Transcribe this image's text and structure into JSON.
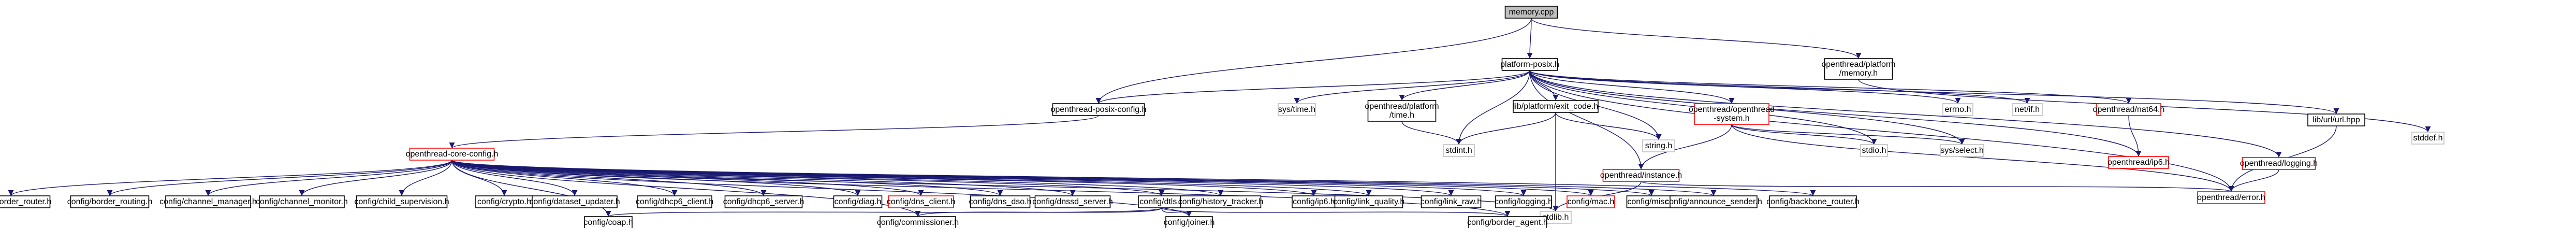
{
  "colors": {
    "edge": "#191970",
    "root_fill": "#bfbfbf",
    "root_stroke": "#000000",
    "linked_stroke": "#000000",
    "missing_stroke": "#bfbfbf",
    "highlight_stroke": "#ff0000",
    "node_fill": "#ffffff"
  },
  "nodes": [
    {
      "id": "memory",
      "label": "memory.cpp",
      "style": "root"
    },
    {
      "id": "platform_posix",
      "label": "platform-posix.h",
      "style": "linked"
    },
    {
      "id": "ot_platform_memory",
      "label": "openthread/platform\n/memory.h",
      "style": "linked"
    },
    {
      "id": "ot_posix_config",
      "label": "openthread-posix-config.h",
      "style": "linked"
    },
    {
      "id": "sys_time",
      "label": "sys/time.h",
      "style": "missing"
    },
    {
      "id": "ot_platform_time",
      "label": "openthread/platform\n/time.h",
      "style": "linked"
    },
    {
      "id": "lib_exit_code",
      "label": "lib/platform/exit_code.h",
      "style": "linked"
    },
    {
      "id": "ot_system",
      "label": "openthread/openthread\n-system.h",
      "style": "highlight"
    },
    {
      "id": "errno",
      "label": "errno.h",
      "style": "missing"
    },
    {
      "id": "net_if",
      "label": "net/if.h",
      "style": "missing"
    },
    {
      "id": "ot_nat64",
      "label": "openthread/nat64.h",
      "style": "highlight"
    },
    {
      "id": "lib_url",
      "label": "lib/url/url.hpp",
      "style": "linked"
    },
    {
      "id": "stddef",
      "label": "stddef.h",
      "style": "missing"
    },
    {
      "id": "string",
      "label": "string.h",
      "style": "missing"
    },
    {
      "id": "stdint",
      "label": "stdint.h",
      "style": "missing"
    },
    {
      "id": "stdio",
      "label": "stdio.h",
      "style": "missing"
    },
    {
      "id": "sys_select",
      "label": "sys/select.h",
      "style": "missing"
    },
    {
      "id": "ot_ip6",
      "label": "openthread/ip6.h",
      "style": "highlight"
    },
    {
      "id": "ot_logging",
      "label": "openthread/logging.h",
      "style": "highlight"
    },
    {
      "id": "ot_instance",
      "label": "openthread/instance.h",
      "style": "highlight"
    },
    {
      "id": "ot_error",
      "label": "openthread/error.h",
      "style": "highlight"
    },
    {
      "id": "stdlib",
      "label": "stdlib.h",
      "style": "missing"
    },
    {
      "id": "core_config",
      "label": "openthread-core-config.h",
      "style": "highlight"
    },
    {
      "id": "cfg_border_router",
      "label": "config/border_router.h",
      "style": "linked"
    },
    {
      "id": "cfg_border_routing",
      "label": "config/border_routing.h",
      "style": "linked"
    },
    {
      "id": "cfg_channel_manager",
      "label": "config/channel_manager.h",
      "style": "linked"
    },
    {
      "id": "cfg_channel_monitor",
      "label": "config/channel_monitor.h",
      "style": "linked"
    },
    {
      "id": "cfg_child_supervision",
      "label": "config/child_supervision.h",
      "style": "linked"
    },
    {
      "id": "cfg_crypto",
      "label": "config/crypto.h",
      "style": "linked"
    },
    {
      "id": "cfg_dataset_updater",
      "label": "config/dataset_updater.h",
      "style": "linked"
    },
    {
      "id": "cfg_dhcp6_client",
      "label": "config/dhcp6_client.h",
      "style": "linked"
    },
    {
      "id": "cfg_dhcp6_server",
      "label": "config/dhcp6_server.h",
      "style": "linked"
    },
    {
      "id": "cfg_diag",
      "label": "config/diag.h",
      "style": "linked"
    },
    {
      "id": "cfg_dns_client",
      "label": "config/dns_client.h",
      "style": "highlight"
    },
    {
      "id": "cfg_dns_dso",
      "label": "config/dns_dso.h",
      "style": "linked"
    },
    {
      "id": "cfg_dnssd_server",
      "label": "config/dnssd_server.h",
      "style": "linked"
    },
    {
      "id": "cfg_dtls",
      "label": "config/dtls.h",
      "style": "linked"
    },
    {
      "id": "cfg_history_tracker",
      "label": "config/history_tracker.h",
      "style": "linked"
    },
    {
      "id": "cfg_ip6",
      "label": "config/ip6.h",
      "style": "linked"
    },
    {
      "id": "cfg_link_quality",
      "label": "config/link_quality.h",
      "style": "linked"
    },
    {
      "id": "cfg_link_raw",
      "label": "config/link_raw.h",
      "style": "linked"
    },
    {
      "id": "cfg_logging",
      "label": "config/logging.h",
      "style": "linked"
    },
    {
      "id": "cfg_mac",
      "label": "config/mac.h",
      "style": "highlight"
    },
    {
      "id": "cfg_misc",
      "label": "config/misc.h",
      "style": "linked"
    },
    {
      "id": "cfg_announce_sender",
      "label": "config/announce_sender.h",
      "style": "linked"
    },
    {
      "id": "cfg_backbone_router",
      "label": "config/backbone_router.h",
      "style": "linked"
    },
    {
      "id": "cfg_coap",
      "label": "config/coap.h",
      "style": "linked"
    },
    {
      "id": "cfg_commissioner",
      "label": "config/commissioner.h",
      "style": "linked"
    },
    {
      "id": "cfg_joiner",
      "label": "config/joiner.h",
      "style": "linked"
    },
    {
      "id": "cfg_border_agent",
      "label": "config/border_agent.h",
      "style": "linked"
    }
  ],
  "edges": [
    [
      "memory",
      "platform_posix"
    ],
    [
      "memory",
      "ot_platform_memory"
    ],
    [
      "memory",
      "ot_posix_config"
    ],
    [
      "ot_platform_memory",
      "stddef"
    ],
    [
      "platform_posix",
      "ot_posix_config"
    ],
    [
      "platform_posix",
      "sys_time"
    ],
    [
      "platform_posix",
      "ot_platform_time"
    ],
    [
      "platform_posix",
      "lib_exit_code"
    ],
    [
      "platform_posix",
      "ot_system"
    ],
    [
      "platform_posix",
      "errno"
    ],
    [
      "platform_posix",
      "net_if"
    ],
    [
      "platform_posix",
      "ot_nat64"
    ],
    [
      "platform_posix",
      "lib_url"
    ],
    [
      "platform_posix",
      "stdint"
    ],
    [
      "platform_posix",
      "string"
    ],
    [
      "platform_posix",
      "stdio"
    ],
    [
      "platform_posix",
      "sys_select"
    ],
    [
      "platform_posix",
      "ot_ip6"
    ],
    [
      "platform_posix",
      "ot_logging"
    ],
    [
      "platform_posix",
      "ot_instance"
    ],
    [
      "platform_posix",
      "ot_error"
    ],
    [
      "ot_platform_time",
      "stdint"
    ],
    [
      "lib_exit_code",
      "stdint"
    ],
    [
      "lib_exit_code",
      "string"
    ],
    [
      "lib_exit_code",
      "stdlib"
    ],
    [
      "ot_system",
      "ot_instance"
    ],
    [
      "ot_system",
      "stdio"
    ],
    [
      "ot_system",
      "sys_select"
    ],
    [
      "ot_system",
      "ot_error"
    ],
    [
      "ot_nat64",
      "ot_ip6"
    ],
    [
      "ot_logging",
      "ot_error"
    ],
    [
      "lib_url",
      "ot_error"
    ],
    [
      "ot_instance",
      "stdlib"
    ],
    [
      "ot_instance",
      "ot_error"
    ],
    [
      "ot_posix_config",
      "core_config"
    ],
    [
      "core_config",
      "cfg_border_router"
    ],
    [
      "core_config",
      "cfg_border_routing"
    ],
    [
      "core_config",
      "cfg_channel_manager"
    ],
    [
      "core_config",
      "cfg_channel_monitor"
    ],
    [
      "core_config",
      "cfg_child_supervision"
    ],
    [
      "core_config",
      "cfg_crypto"
    ],
    [
      "core_config",
      "cfg_dataset_updater"
    ],
    [
      "core_config",
      "cfg_dhcp6_client"
    ],
    [
      "core_config",
      "cfg_dhcp6_server"
    ],
    [
      "core_config",
      "cfg_diag"
    ],
    [
      "core_config",
      "cfg_dns_client"
    ],
    [
      "core_config",
      "cfg_dns_dso"
    ],
    [
      "core_config",
      "cfg_dnssd_server"
    ],
    [
      "core_config",
      "cfg_dtls"
    ],
    [
      "core_config",
      "cfg_history_tracker"
    ],
    [
      "core_config",
      "cfg_ip6"
    ],
    [
      "core_config",
      "cfg_link_quality"
    ],
    [
      "core_config",
      "cfg_link_raw"
    ],
    [
      "core_config",
      "cfg_logging"
    ],
    [
      "core_config",
      "cfg_mac"
    ],
    [
      "core_config",
      "cfg_misc"
    ],
    [
      "core_config",
      "cfg_announce_sender"
    ],
    [
      "core_config",
      "cfg_backbone_router"
    ],
    [
      "core_config",
      "cfg_coap"
    ],
    [
      "core_config",
      "cfg_commissioner"
    ],
    [
      "core_config",
      "cfg_joiner"
    ],
    [
      "core_config",
      "cfg_border_agent"
    ],
    [
      "core_config",
      "stdlib"
    ],
    [
      "cfg_dtls",
      "cfg_coap"
    ],
    [
      "cfg_dtls",
      "cfg_commissioner"
    ],
    [
      "cfg_dtls",
      "cfg_joiner"
    ],
    [
      "cfg_dtls",
      "cfg_border_agent"
    ]
  ]
}
